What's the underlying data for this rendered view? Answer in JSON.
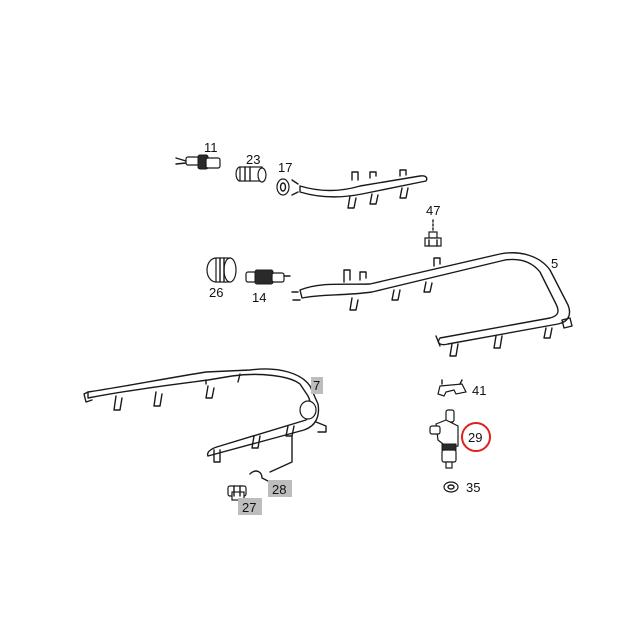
{
  "parts": [
    {
      "id": "11",
      "label": "11"
    },
    {
      "id": "23",
      "label": "23"
    },
    {
      "id": "17",
      "label": "17"
    },
    {
      "id": "47",
      "label": "47"
    },
    {
      "id": "5",
      "label": "5"
    },
    {
      "id": "26",
      "label": "26"
    },
    {
      "id": "14",
      "label": "14"
    },
    {
      "id": "7",
      "label": "7"
    },
    {
      "id": "41",
      "label": "41"
    },
    {
      "id": "29",
      "label": "29"
    },
    {
      "id": "35",
      "label": "35"
    },
    {
      "id": "28",
      "label": "28"
    },
    {
      "id": "27",
      "label": "27"
    }
  ],
  "highlight": {
    "part": "29",
    "color": "#e02020"
  },
  "tag_box_color": "#bdbdbd"
}
